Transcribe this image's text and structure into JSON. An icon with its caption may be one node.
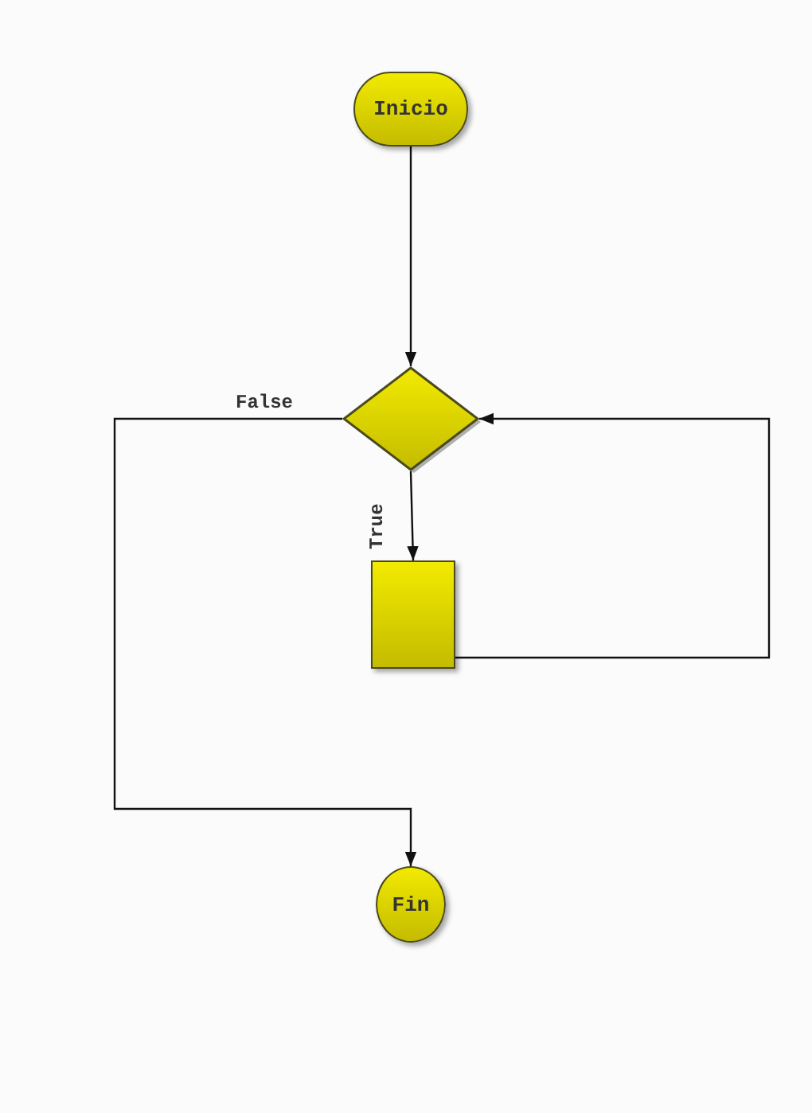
{
  "diagram": {
    "nodes": [
      {
        "text": [
          "Inicio"
        ]
      },
      {
        "text": [],
        "shape": "diamond"
      },
      {
        "text": [],
        "shape": "box"
      },
      {
        "text": [
          "Fin"
        ]
      }
    ],
    "edges": [
      {
        "from": 0,
        "to": 1,
        "arrow": "to"
      },
      {
        "from": 1,
        "to": 2,
        "arrow": "to",
        "label": "True"
      },
      {
        "from": 2,
        "to": 1,
        "arrow": "to"
      },
      {
        "from": 1,
        "to": 3,
        "arrow": "to",
        "label": "False"
      }
    ]
  }
}
